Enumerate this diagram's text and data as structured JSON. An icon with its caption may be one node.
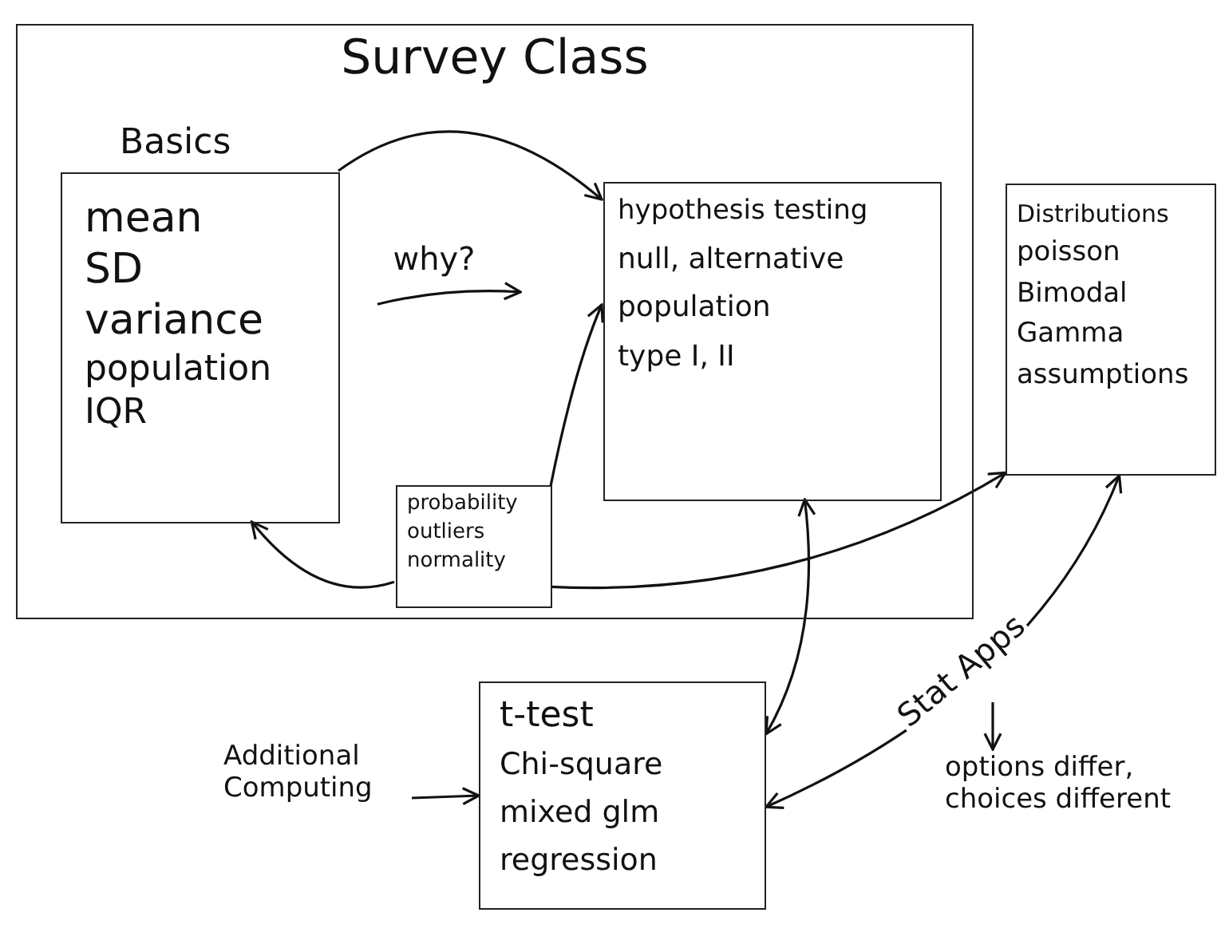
{
  "diagram": {
    "nodes": [
      {
        "text": [
          "Survey Class"
        ]
      },
      {
        "text": [
          "Basics",
          "mean",
          "SD",
          "variance",
          "population",
          "IQR"
        ],
        "in": 0
      },
      {
        "text": [
          "hypothesis testing",
          "null, alternative",
          "population",
          "type I, II"
        ],
        "in": 0
      },
      {
        "text": [
          "probability",
          "outliers",
          "normality"
        ],
        "in": 0
      },
      {
        "text": [
          "Distributions",
          "poisson",
          "Bimodal",
          "Gamma",
          "assumptions"
        ]
      },
      {
        "text": [
          "t-test",
          "Chi-square",
          "mixed glm",
          "regression"
        ]
      },
      {
        "text": [
          "Additional Computing"
        ]
      },
      {
        "text": [
          "options differ, choices different"
        ]
      }
    ],
    "edges": [
      {
        "from": 1,
        "to": 2,
        "arrow": "to"
      },
      {
        "from": 1,
        "to": 2,
        "arrow": "to",
        "label": "why?"
      },
      {
        "from": 3,
        "to": 2,
        "arrow": "to"
      },
      {
        "from": 3,
        "to": 1,
        "arrow": "to"
      },
      {
        "from": 3,
        "to": 4,
        "arrow": "to"
      },
      {
        "from": 2,
        "to": 5,
        "arrow": "both"
      },
      {
        "from": 4,
        "to": 5,
        "arrow": "both",
        "label": "Stat Apps"
      },
      {
        "from": 6,
        "to": 5,
        "arrow": "to"
      },
      {
        "from": null,
        "to": 7,
        "arrow": "to"
      }
    ]
  }
}
